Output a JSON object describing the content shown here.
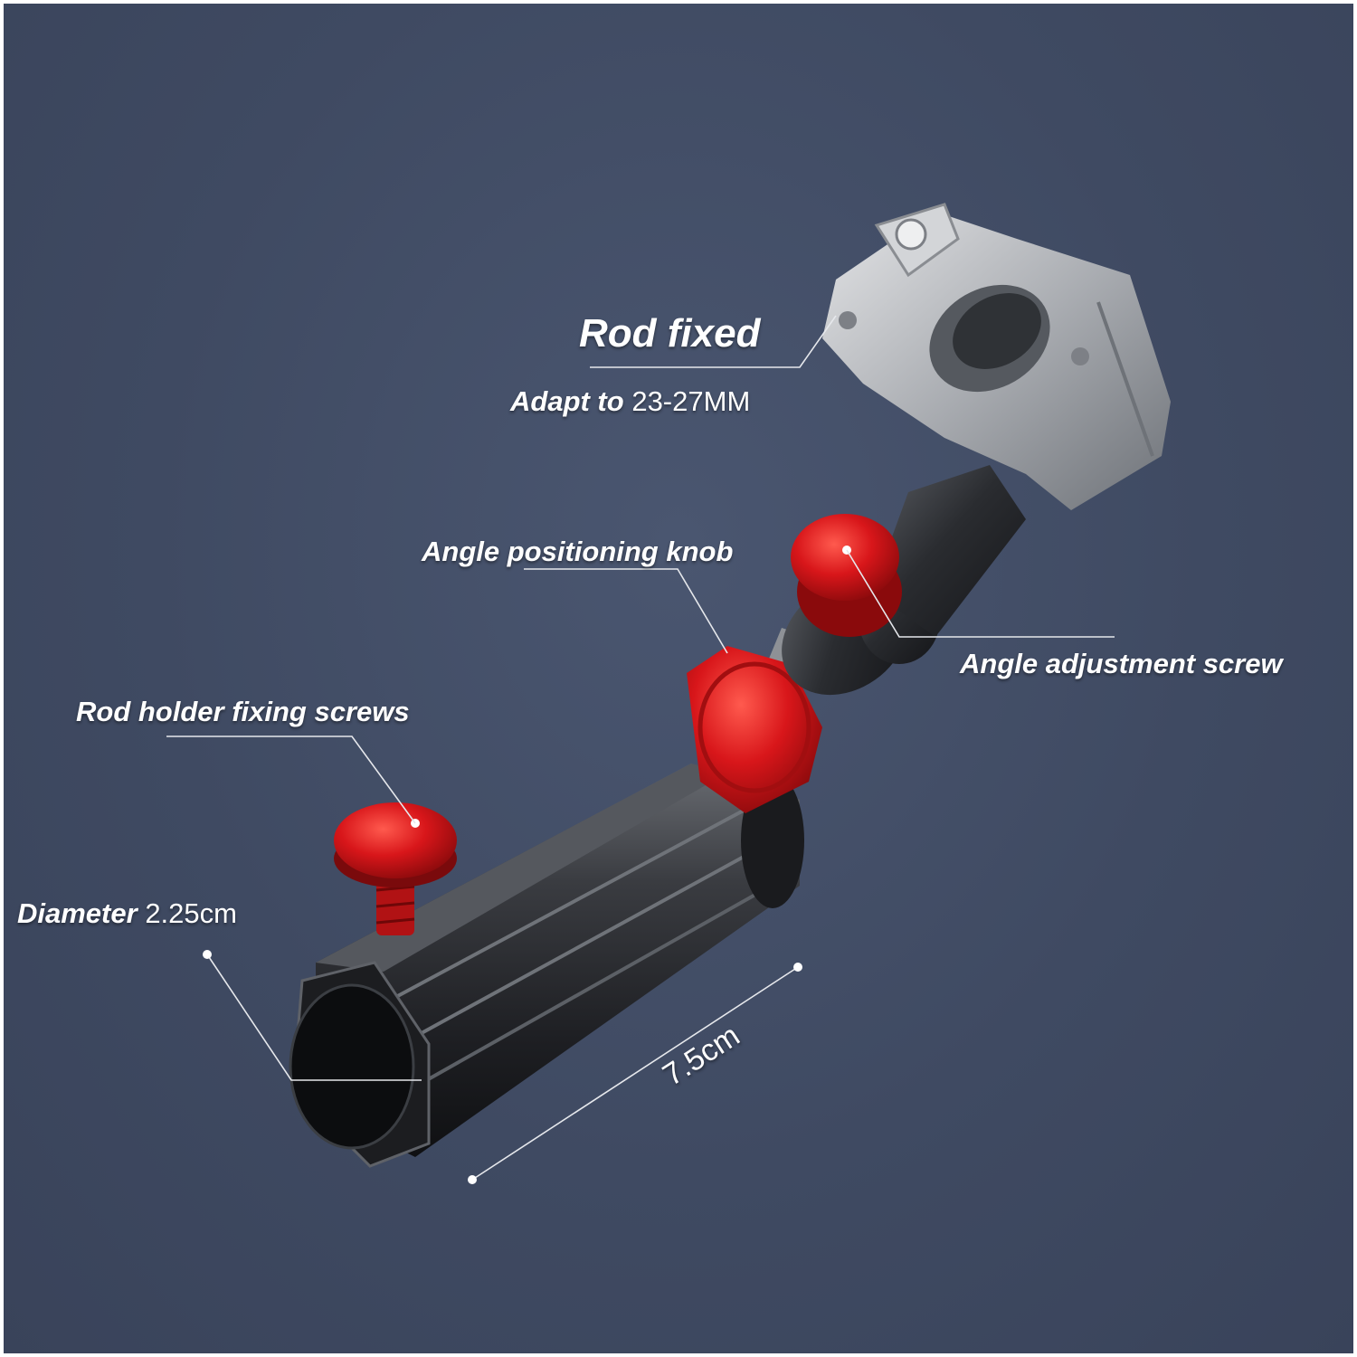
{
  "labels": {
    "rod_fixed": "Rod fixed",
    "adapt_prefix": "Adapt to",
    "adapt_value": "23-27MM",
    "angle_positioning_knob": "Angle positioning knob",
    "angle_adjustment_screw": "Angle adjustment screw",
    "rod_holder_fixing_screws": "Rod holder fixing screws",
    "diameter_prefix": "Diameter",
    "diameter_value": "2.25cm",
    "length_value": "7.5cm"
  },
  "colors": {
    "background": "#434e67",
    "metal_dark": "#2b2d31",
    "metal_light": "#c9cbce",
    "accent_red": "#d8161a"
  }
}
